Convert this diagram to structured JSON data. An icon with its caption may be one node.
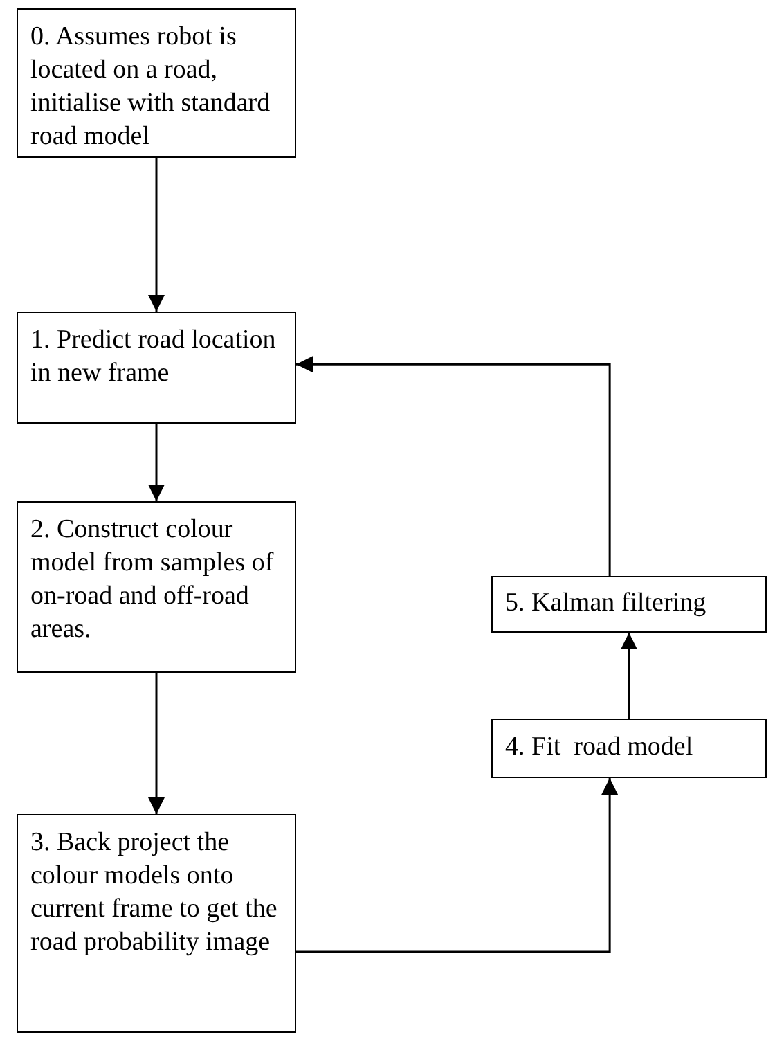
{
  "diagram": {
    "nodes": [
      {
        "text": [
          "0. Assumes robot is located on a road, initialise with standard road model"
        ]
      },
      {
        "text": [
          "1. Predict road location in new frame"
        ]
      },
      {
        "text": [
          "2. Construct colour model from samples of on-road and off-road areas."
        ]
      },
      {
        "text": [
          "3. Back project the colour models onto current frame to get the road probability image"
        ]
      },
      {
        "text": [
          "4. Fit  road model"
        ]
      },
      {
        "text": [
          "5. Kalman filtering"
        ]
      }
    ],
    "edges": [
      {
        "from": 0,
        "to": 1,
        "arrow": "to"
      },
      {
        "from": 1,
        "to": 2,
        "arrow": "to"
      },
      {
        "from": 2,
        "to": 3,
        "arrow": "to"
      },
      {
        "from": 3,
        "to": 4,
        "arrow": "to"
      },
      {
        "from": 4,
        "to": 5,
        "arrow": "to"
      },
      {
        "from": 5,
        "to": 1,
        "arrow": "to"
      }
    ]
  }
}
